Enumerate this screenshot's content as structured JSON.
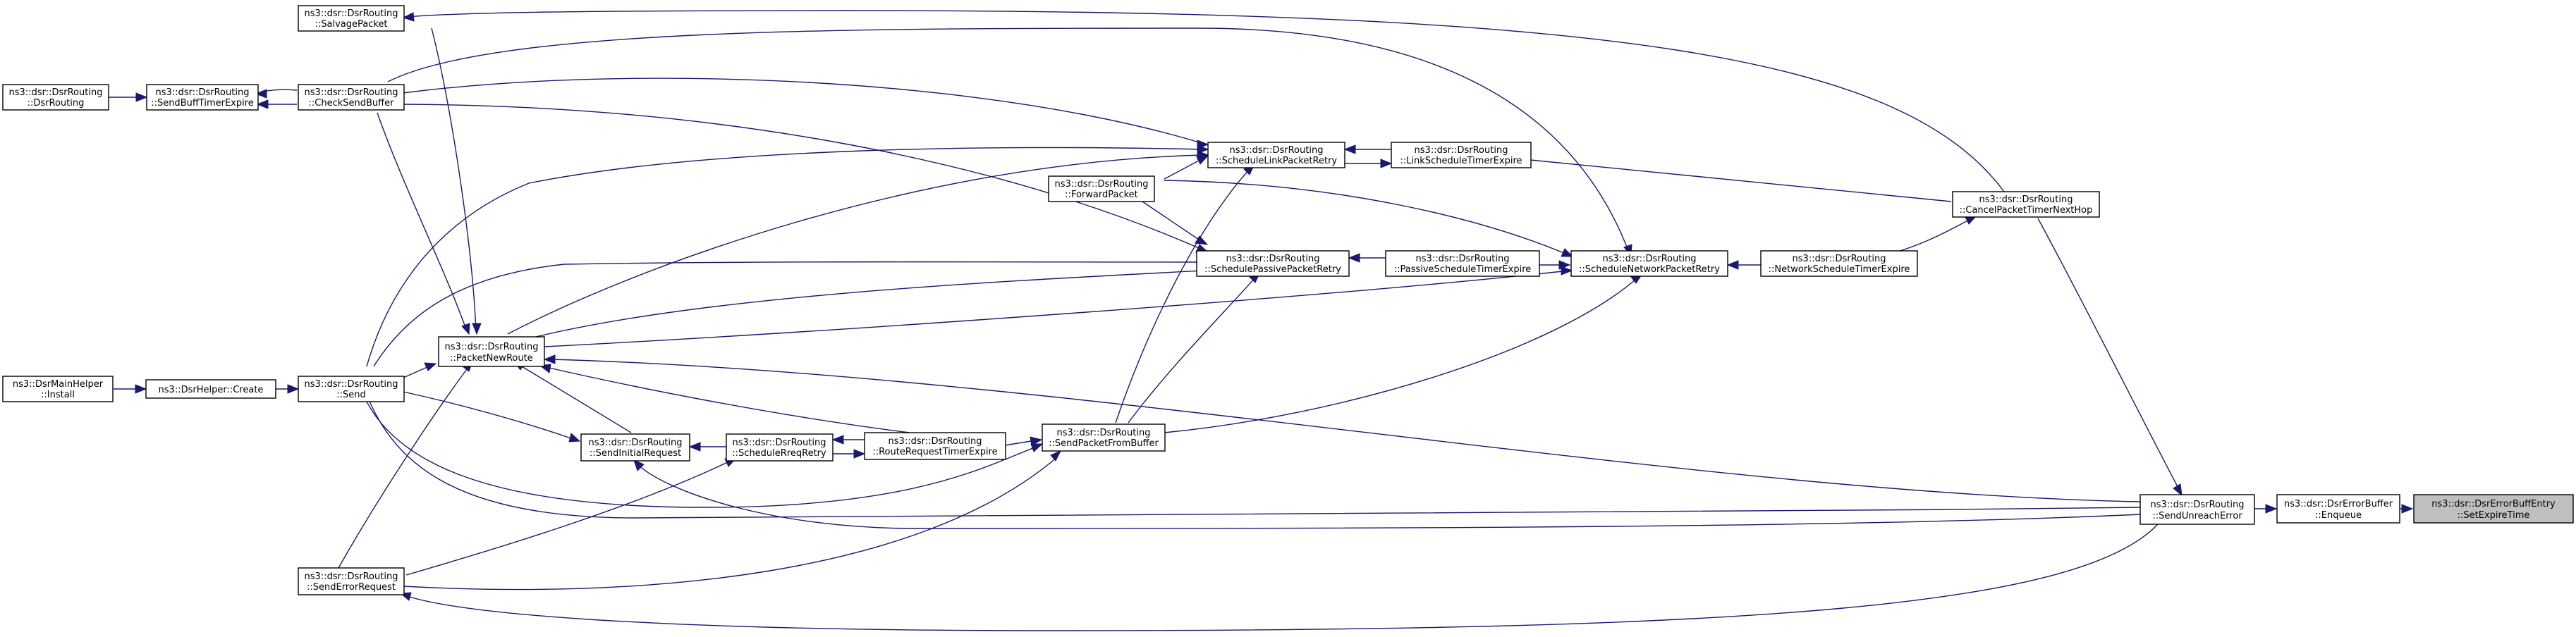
{
  "graph": {
    "nodes": [
      {
        "id": "salvage",
        "line1": "ns3::dsr::DsrRouting",
        "line2": "::SalvagePacket"
      },
      {
        "id": "dsrrouting_ctor",
        "line1": "ns3::dsr::DsrRouting",
        "line2": "::DsrRouting"
      },
      {
        "id": "sendbufftimer",
        "line1": "ns3::dsr::DsrRouting",
        "line2": "::SendBuffTimerExpire"
      },
      {
        "id": "checksendbuffer",
        "line1": "ns3::dsr::DsrRouting",
        "line2": "::CheckSendBuffer"
      },
      {
        "id": "schedulelink",
        "line1": "ns3::dsr::DsrRouting",
        "line2": "::ScheduleLinkPacketRetry"
      },
      {
        "id": "linktimer",
        "line1": "ns3::dsr::DsrRouting",
        "line2": "::LinkScheduleTimerExpire"
      },
      {
        "id": "forwardpacket",
        "line1": "ns3::dsr::DsrRouting",
        "line2": "::ForwardPacket"
      },
      {
        "id": "canceltimer",
        "line1": "ns3::dsr::DsrRouting",
        "line2": "::CancelPacketTimerNextHop"
      },
      {
        "id": "schedulepassive",
        "line1": "ns3::dsr::DsrRouting",
        "line2": "::SchedulePassivePacketRetry"
      },
      {
        "id": "passivetimer",
        "line1": "ns3::dsr::DsrRouting",
        "line2": "::PassiveScheduleTimerExpire"
      },
      {
        "id": "schedulenetwork",
        "line1": "ns3::dsr::DsrRouting",
        "line2": "::ScheduleNetworkPacketRetry"
      },
      {
        "id": "networktimer",
        "line1": "ns3::dsr::DsrRouting",
        "line2": "::NetworkScheduleTimerExpire"
      },
      {
        "id": "packetnewroute",
        "line1": "ns3::dsr::DsrRouting",
        "line2": "::PacketNewRoute"
      },
      {
        "id": "mainhelper",
        "line1": "ns3::DsrMainHelper",
        "line2": "::Install"
      },
      {
        "id": "helpercreate",
        "line1": "ns3::DsrHelper::Create",
        "line2": ""
      },
      {
        "id": "send",
        "line1": "ns3::dsr::DsrRouting",
        "line2": "::Send"
      },
      {
        "id": "sendinitial",
        "line1": "ns3::dsr::DsrRouting",
        "line2": "::SendInitialRequest"
      },
      {
        "id": "schedulereq",
        "line1": "ns3::dsr::DsrRouting",
        "line2": "::ScheduleRreqRetry"
      },
      {
        "id": "routereqtimer",
        "line1": "ns3::dsr::DsrRouting",
        "line2": "::RouteRequestTimerExpire"
      },
      {
        "id": "sendfrombuffer",
        "line1": "ns3::dsr::DsrRouting",
        "line2": "::SendPacketFromBuffer"
      },
      {
        "id": "sendunreach",
        "line1": "ns3::dsr::DsrRouting",
        "line2": "::SendUnreachError"
      },
      {
        "id": "enqueue",
        "line1": "ns3::dsr::DsrErrorBuffer",
        "line2": "::Enqueue"
      },
      {
        "id": "setexpire",
        "line1": "ns3::dsr::DsrErrorBuffEntry",
        "line2": "::SetExpireTime"
      },
      {
        "id": "senderror",
        "line1": "ns3::dsr::DsrRouting",
        "line2": "::SendErrorRequest"
      }
    ]
  },
  "colors": {
    "edge": "#191970",
    "node_border": "#000000",
    "node_fill": "#ffffff",
    "focus_fill": "#bfbfbf"
  }
}
